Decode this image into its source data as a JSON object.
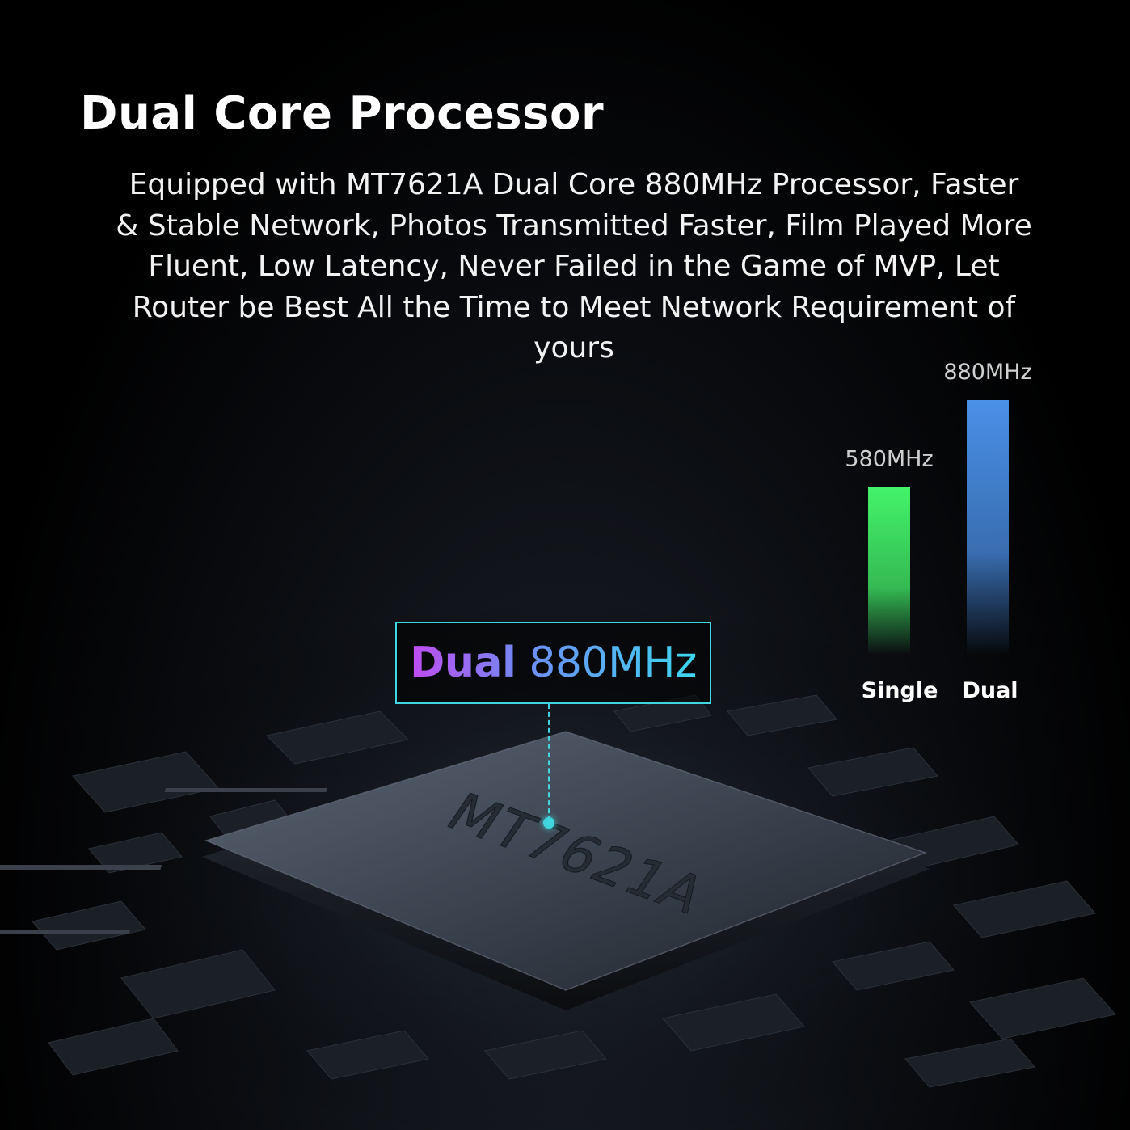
{
  "heading": {
    "title": "Dual Core Processor",
    "description_lines": [
      "Equipped with MT7621A Dual Core 880MHz Processor, Faster",
      "& Stable Network, Photos Transmitted Faster, Film Played More",
      "Fluent, Low Latency, Never Failed in the Game of MVP, Let",
      "Router be Best All the Time to Meet Network Requirement of",
      "yours"
    ]
  },
  "callout": {
    "label_strong": "Dual",
    "label_rest": "880MHz",
    "chip_marking": "MT7621A",
    "color": "#3fd6e0"
  },
  "chart_data": {
    "type": "bar",
    "categories": [
      "Single",
      "Dual"
    ],
    "values": [
      580,
      880
    ],
    "value_labels": [
      "580MHz",
      "880MHz"
    ],
    "ylim": [
      0,
      880
    ],
    "colors": [
      "#43f46a",
      "#4a90e8"
    ],
    "grid": false,
    "title": "",
    "xlabel": "",
    "ylabel": ""
  }
}
